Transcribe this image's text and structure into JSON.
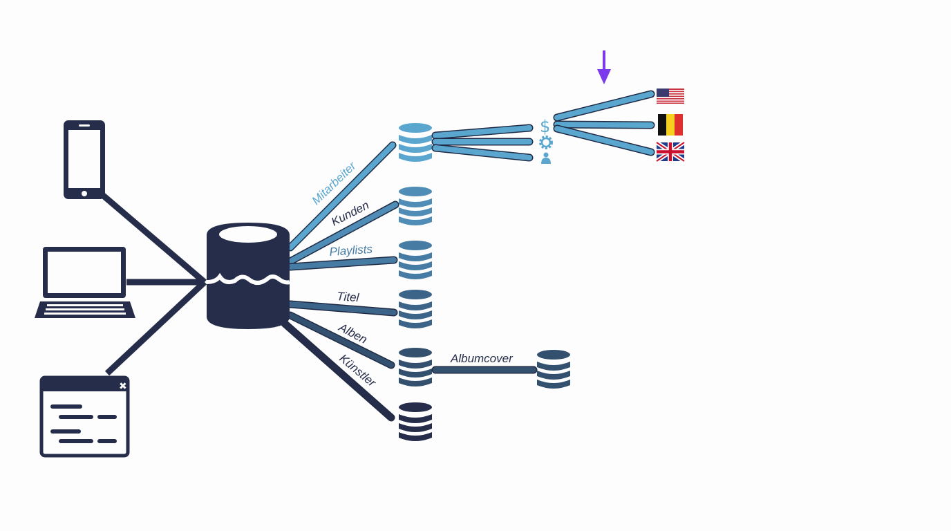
{
  "diagram": {
    "sources": [
      "mobile-phone",
      "laptop",
      "application-window"
    ],
    "central": "data-lake",
    "branches": [
      {
        "label": "Mitarbeiter",
        "color": "#5aa6cf"
      },
      {
        "label": "Kunden",
        "color": "#4f8db6"
      },
      {
        "label": "Playlists",
        "color": "#467ca3"
      },
      {
        "label": "Titel",
        "color": "#3c6388"
      },
      {
        "label": "Alben",
        "color": "#33506f"
      },
      {
        "label": "Künstler",
        "color": "#262d4a"
      }
    ],
    "sub_branch": {
      "label": "Albumcover",
      "color": "#33506f"
    },
    "employee_icons": [
      "dollar-icon",
      "gear-icon",
      "person-icon"
    ],
    "flags": [
      "us-flag",
      "belgium-flag",
      "uk-flag"
    ],
    "accent_arrow_color": "#7c3aed",
    "navy": "#262d4a"
  }
}
